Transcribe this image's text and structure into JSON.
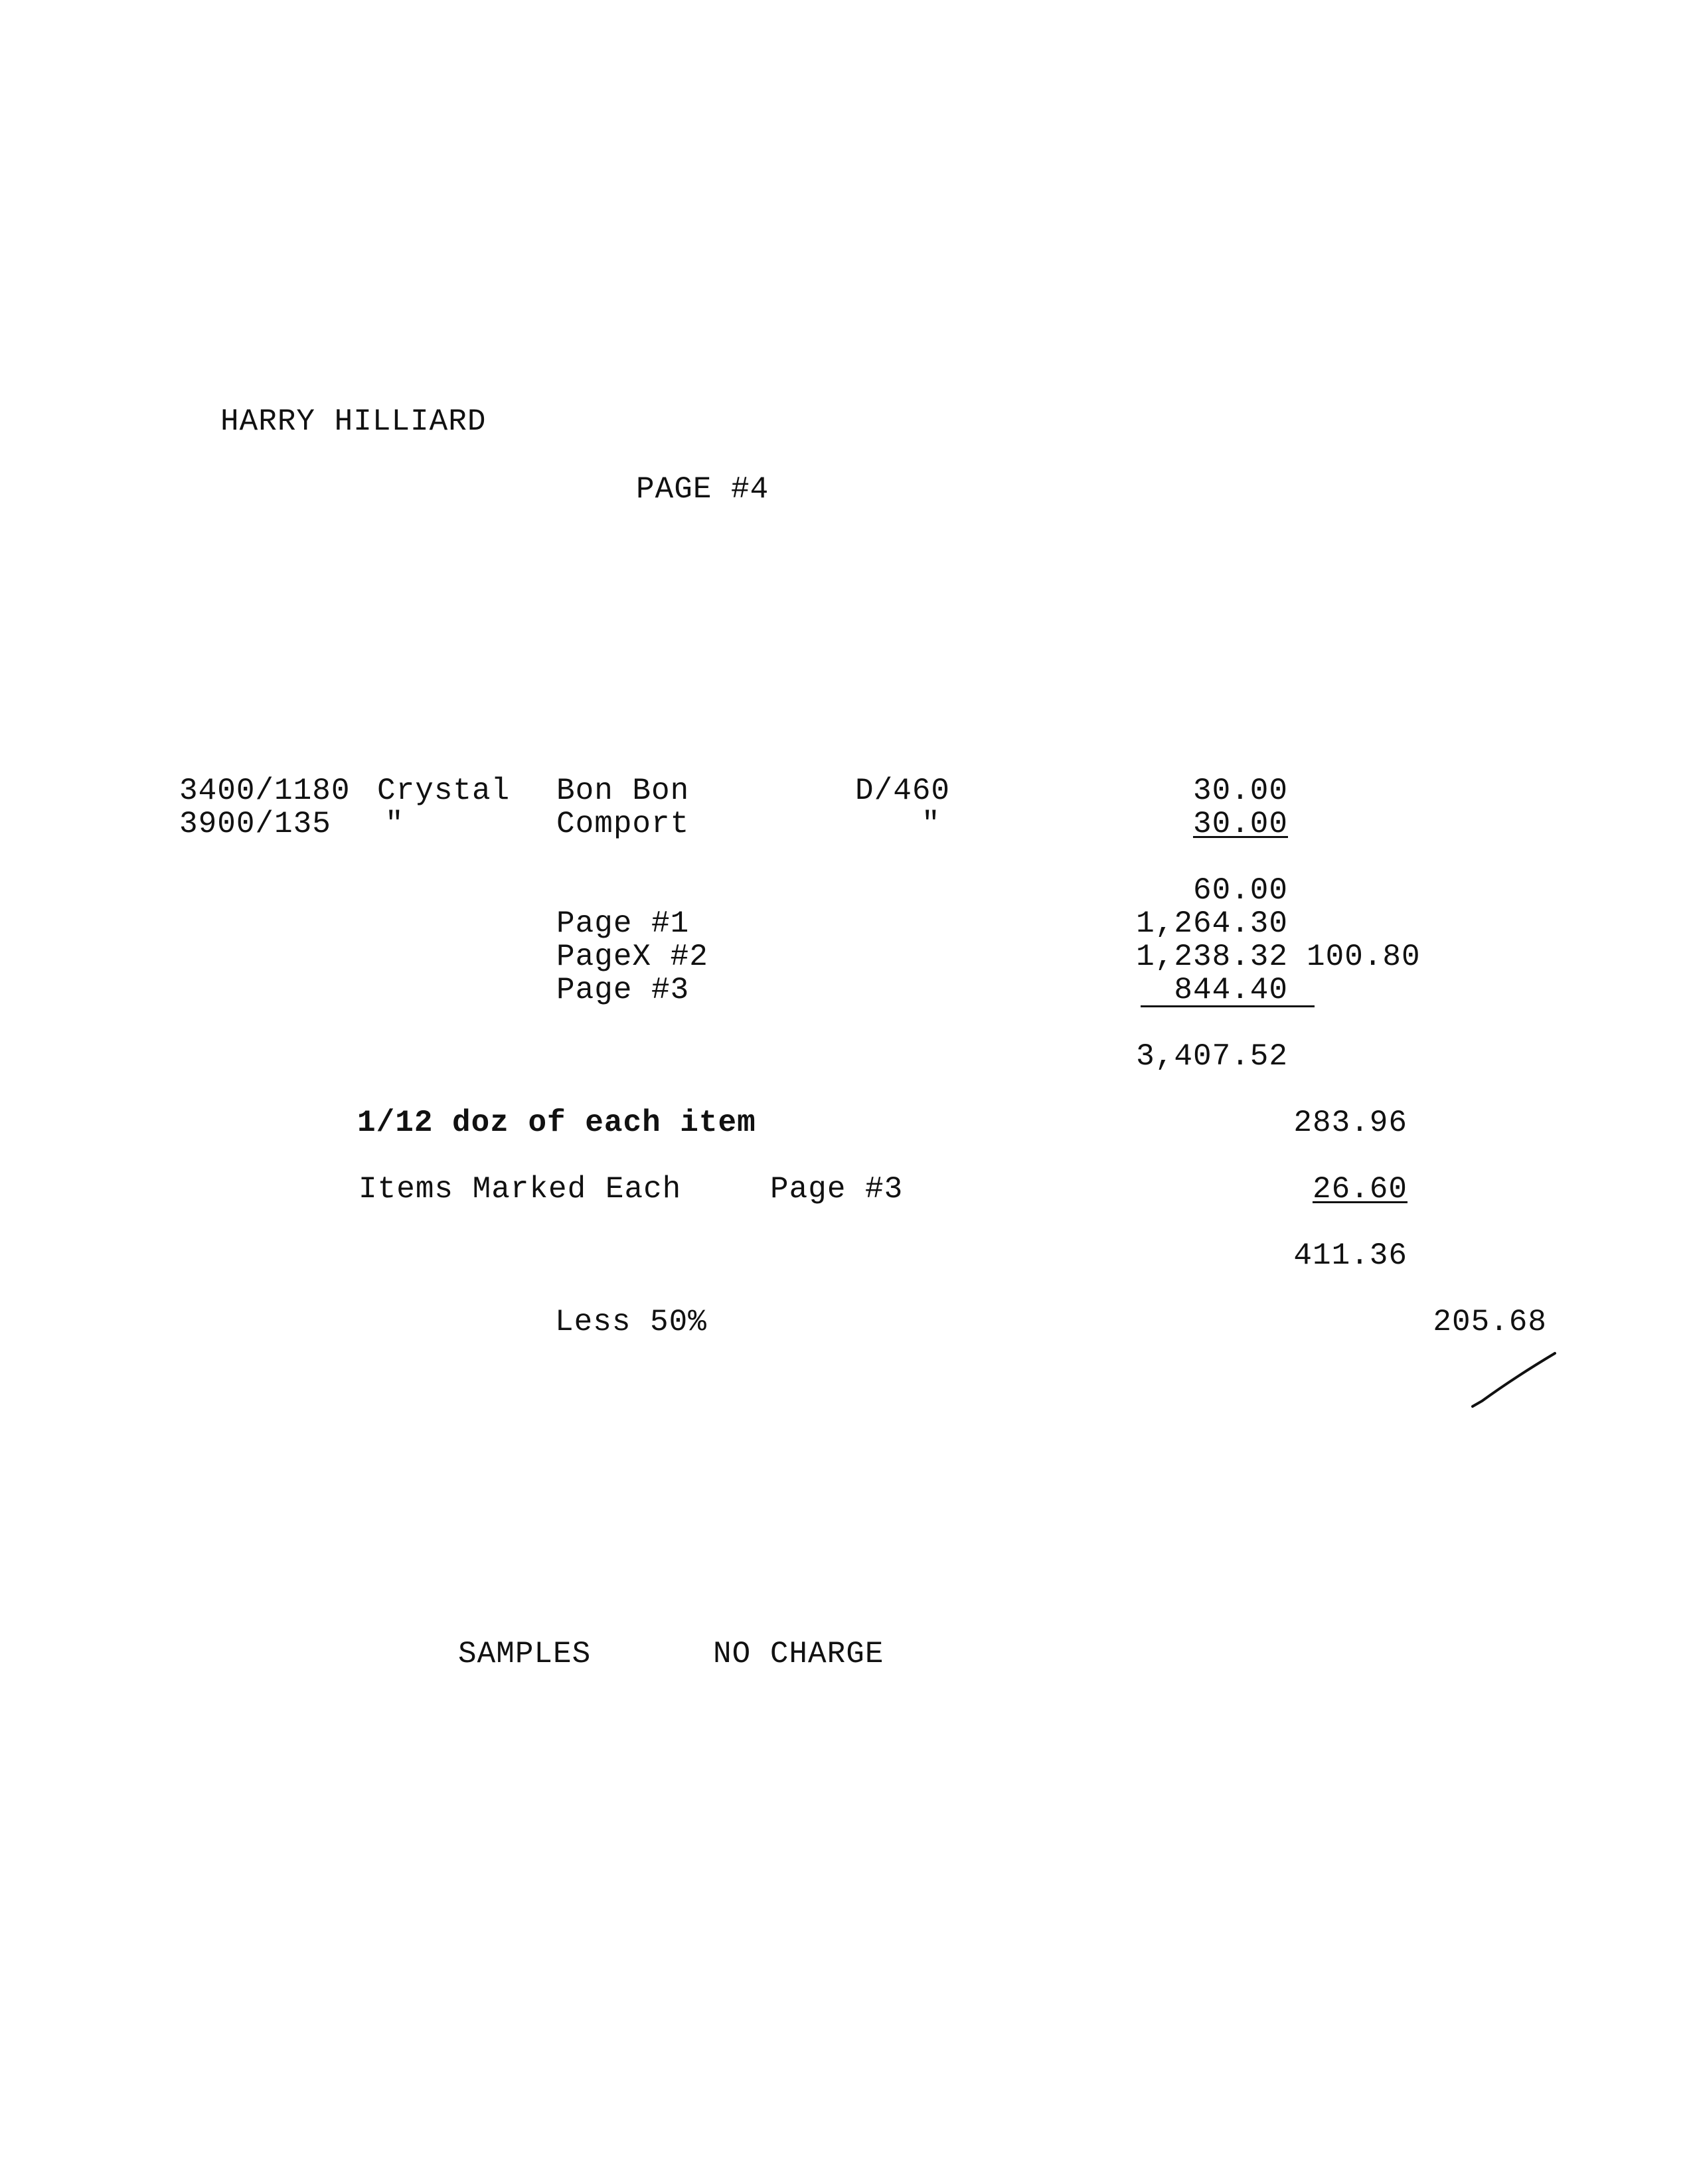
{
  "header": {
    "name": "HARRY HILLIARD",
    "page_label": "PAGE #4"
  },
  "items": [
    {
      "number": "3400/1180",
      "color": "Crystal",
      "description": "Bon Bon",
      "decoration": "D/460",
      "amount": "30.00"
    },
    {
      "number": "3900/135",
      "color": "\"",
      "description": "Comport",
      "decoration": "\"",
      "amount": "30.00"
    }
  ],
  "subtotal": "60.00",
  "pages": [
    {
      "label": "Page #1",
      "amount": "1,264.30",
      "side_note": ""
    },
    {
      "label": "PageX #2",
      "amount": "1,238.32",
      "side_note": "100.80"
    },
    {
      "label": "Page #3",
      "amount": "844.40",
      "side_note": ""
    }
  ],
  "total": "3,407.52",
  "dozen_line": {
    "label": "1/12 doz of each item",
    "amount": "283.96"
  },
  "marked_line": {
    "label": "Items Marked Each",
    "page_ref": "Page #3",
    "amount": "26.60"
  },
  "combined_total": "411.36",
  "discount": {
    "label": "Less 50%",
    "amount": "205.68"
  },
  "footer": {
    "samples": "SAMPLES",
    "no_charge": "NO CHARGE"
  }
}
